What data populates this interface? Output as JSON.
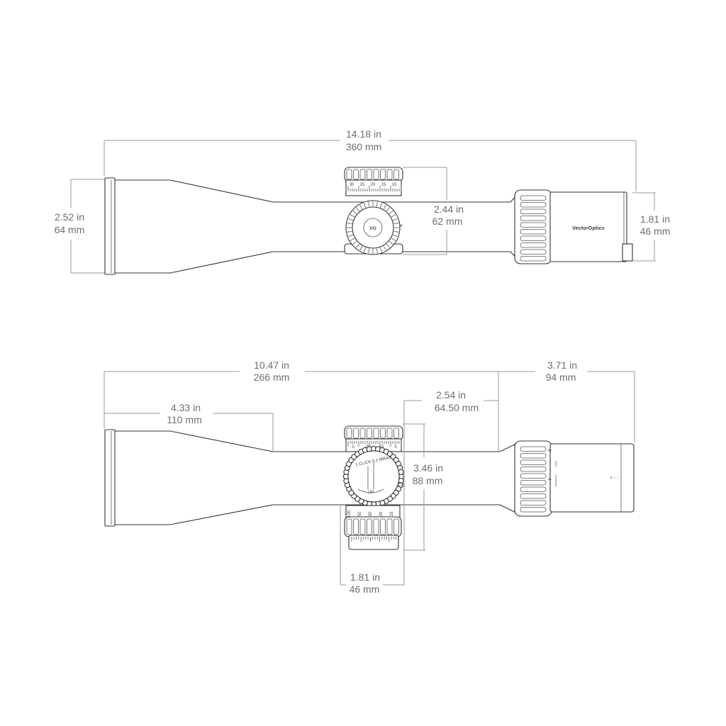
{
  "top_view": {
    "length_in": "14.18 in",
    "length_mm": "360 mm",
    "objective_in": "2.52 in",
    "objective_mm": "64 mm",
    "turret_in": "2.44  in",
    "turret_mm": "62 mm",
    "tube_in": "1.81 in",
    "tube_mm": "46 mm",
    "brand": "VectorOptics",
    "logo": "VO",
    "elevation_marks": [
      "30",
      "25",
      "20",
      "15",
      "10"
    ]
  },
  "side_view": {
    "length_in": "10.47 in",
    "length_mm": "266 mm",
    "eyepiece_in": "3.71  in",
    "eyepiece_mm": "94 mm",
    "objective_bell_in": "4.33  in",
    "objective_bell_mm": "110 mm",
    "turret_offset_in": "2.54 in",
    "turret_offset_mm": "64.50 mm",
    "turret_height_in": "3.46 in",
    "turret_height_mm": "88 mm",
    "turret_width_in": "1.81 in",
    "turret_width_mm": "46 mm",
    "windage_text": "1 CLICK 0.1 MRAD",
    "windage_dir": "UP",
    "parallax_marks": [
      "100",
      "50",
      "30",
      "20",
      "15"
    ],
    "top_turret_marks": [
      "S",
      "25",
      "15",
      "5"
    ],
    "mag_marks": [
      "8",
      "4"
    ]
  }
}
